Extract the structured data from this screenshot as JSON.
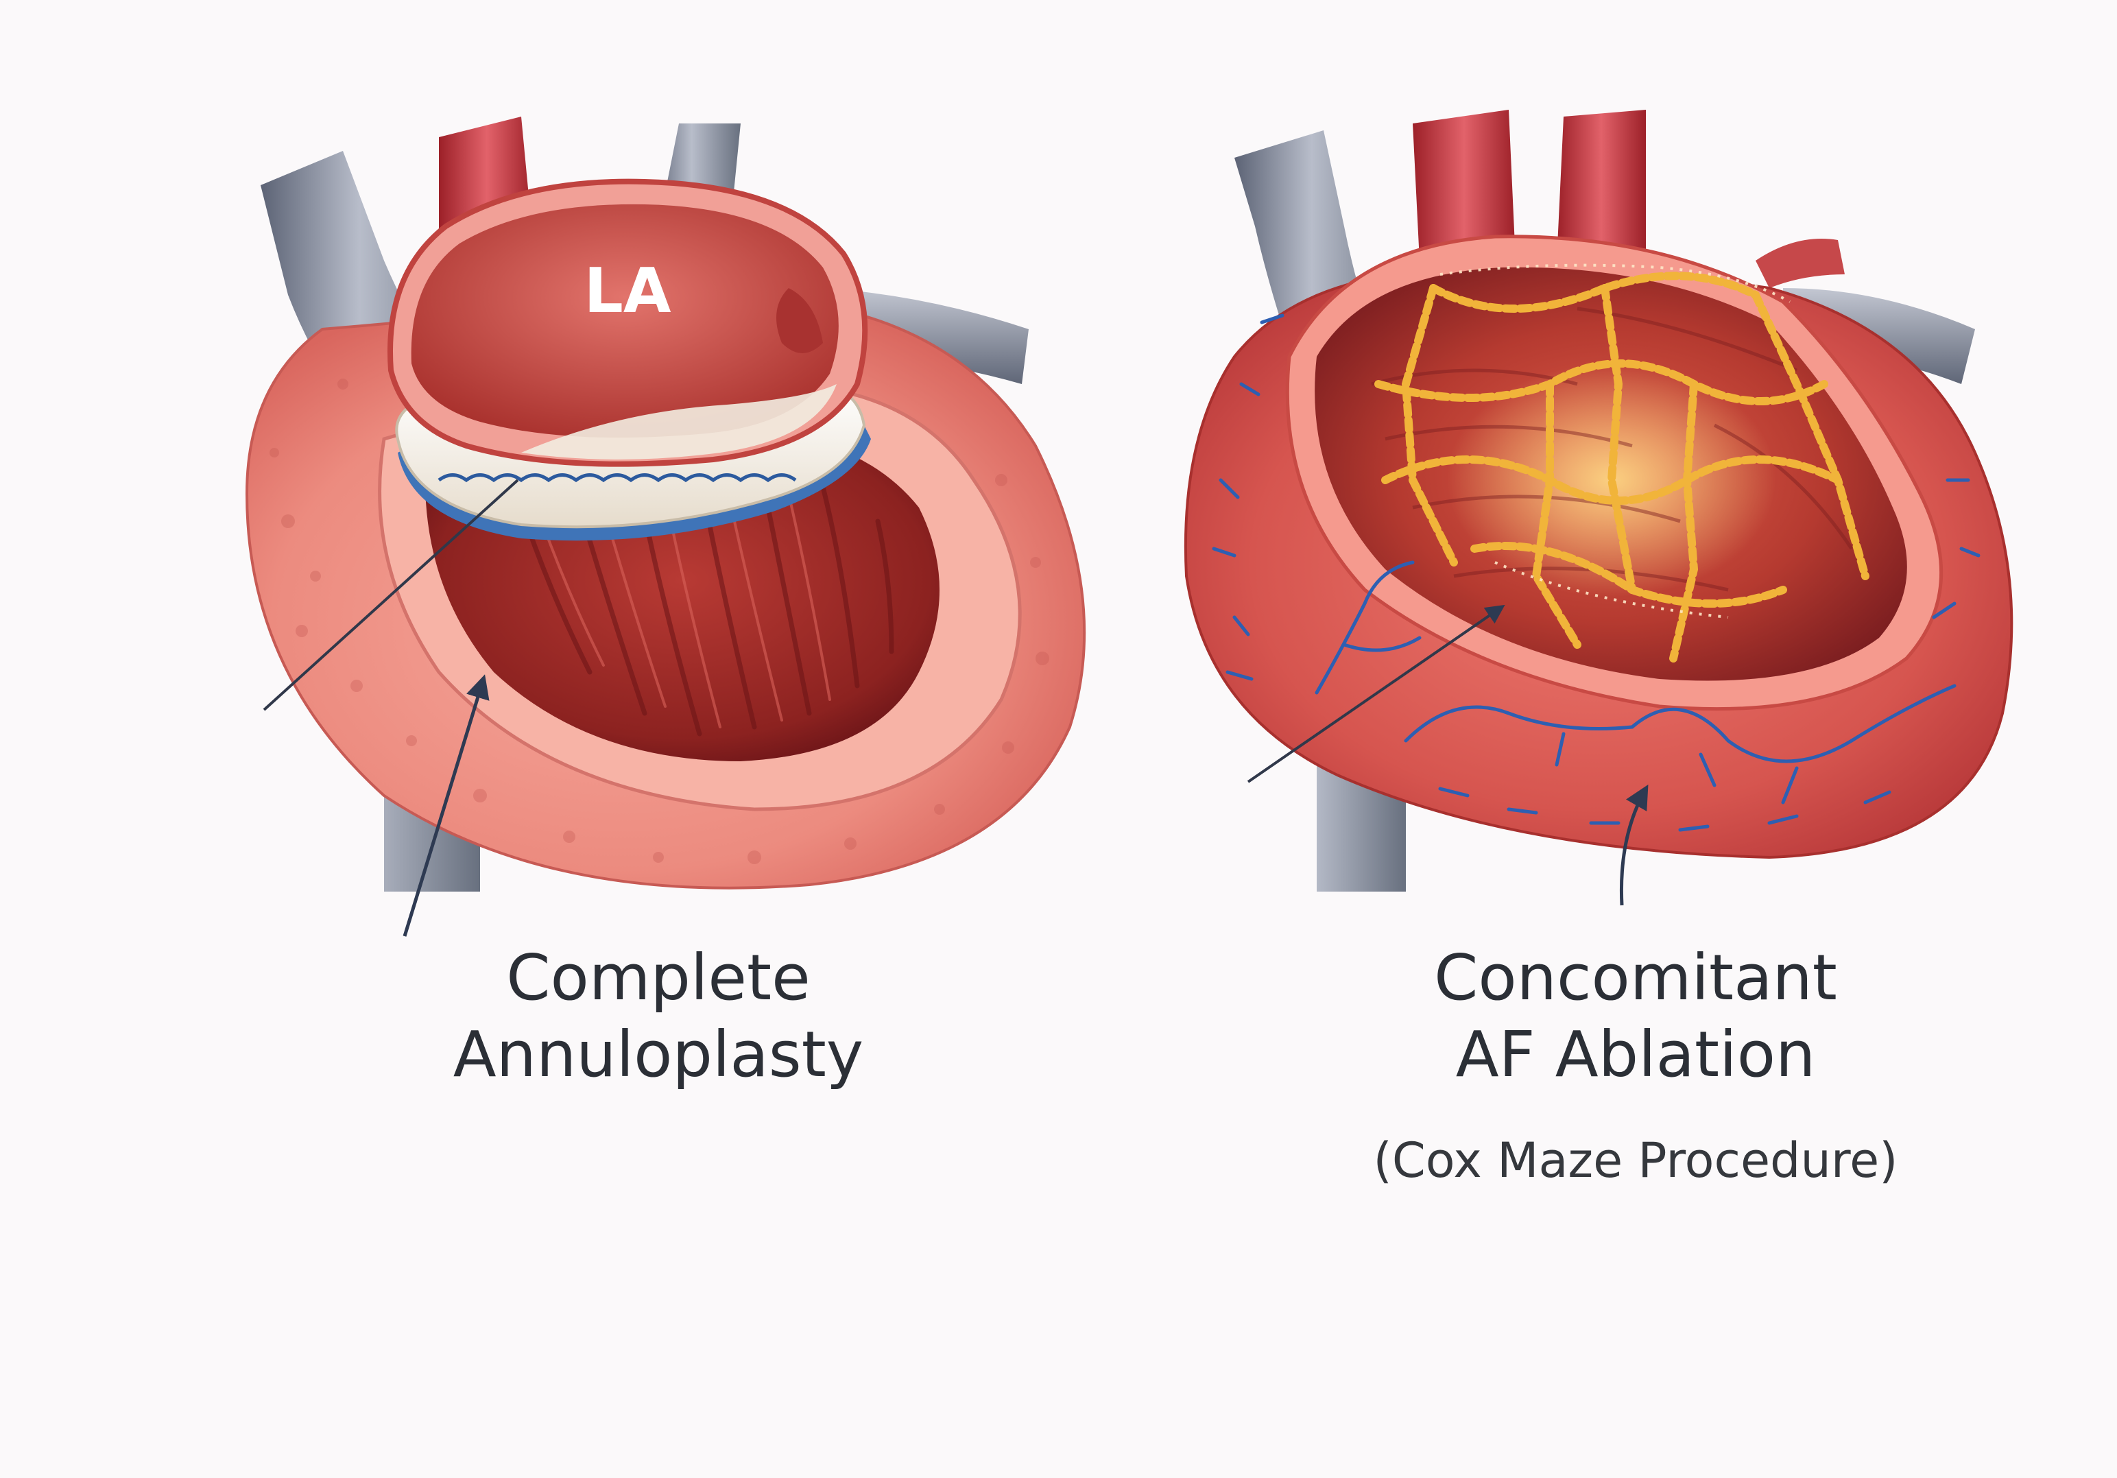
{
  "left_panel": {
    "chamber_label": "LA",
    "caption_line1": "Complete",
    "caption_line2": "Annuloplasty"
  },
  "right_panel": {
    "caption_line1": "Concomitant",
    "caption_line2": "AF Ablation",
    "subcaption": "(Cox Maze Procedure)"
  },
  "colors": {
    "background": "#fbf9fa",
    "myocardium": "#e88478",
    "myocardium_dark": "#b83a36",
    "cavity": "#8a2020",
    "annuloplasty_ring": "#f3ece2",
    "ring_band": "#3f74b8",
    "ablation_lines": "#f1b43a",
    "vessels": "#7d8597",
    "leader_lines": "#30384a",
    "text": "#2b2f36"
  },
  "icons": {
    "left_illustration": "heart-annuloplasty-illustration",
    "right_illustration": "heart-maze-ablation-illustration"
  }
}
